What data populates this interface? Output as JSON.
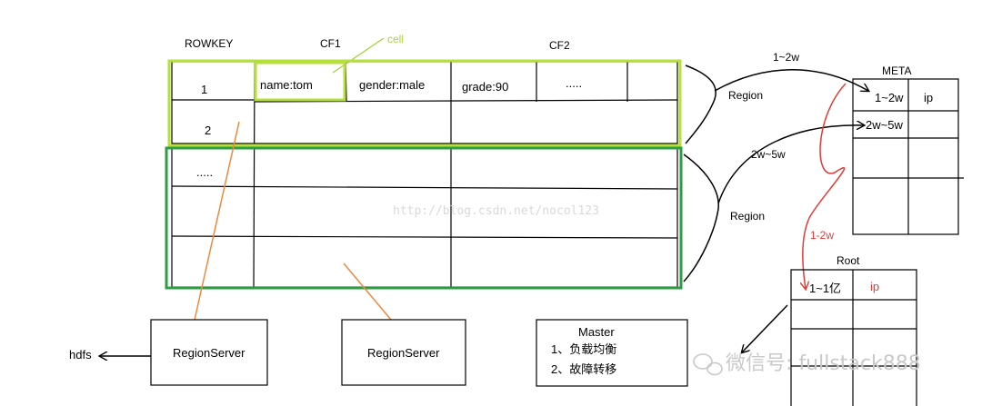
{
  "header": {
    "rowkey": "ROWKEY",
    "cf1": "CF1",
    "cf2": "CF2",
    "cell": "cell"
  },
  "table": {
    "row1": {
      "key": "1",
      "name": "name:tom",
      "gender": "gender:male",
      "grade": "grade:90",
      "more": "....."
    },
    "row2": {
      "key": "2"
    },
    "row3": {
      "key": "....."
    }
  },
  "regions": {
    "upper_label": "Region",
    "lower_label": "Region",
    "upper_range": "1~2w",
    "lower_range": "2w~5w"
  },
  "meta": {
    "title": "META",
    "r1": "1~2w",
    "ip": "ip",
    "r2": "2w~5w"
  },
  "root": {
    "title": "Root",
    "range": "1~1亿",
    "ip": "ip",
    "link": "1-2w"
  },
  "servers": {
    "left": "RegionServer",
    "middle": "RegionServer"
  },
  "master": {
    "title": "Master",
    "item1": "1、负载均衡",
    "item2": "2、故障转移"
  },
  "hdfs": "hdfs",
  "watermark": "http://blog.csdn.net/nocol123",
  "brand": "微信号: fullstack888",
  "colors": {
    "green_light": "#b5e03a",
    "green_dark": "#2e9e44",
    "orange": "#f0883e",
    "red": "#e53935"
  }
}
